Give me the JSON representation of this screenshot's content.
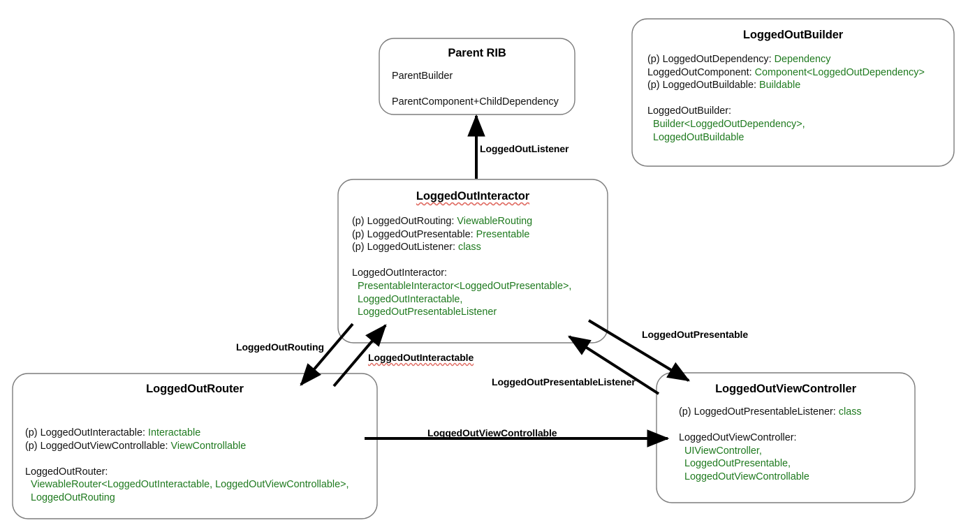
{
  "diagram": {
    "title": "RIBs LoggedOut architecture",
    "colors": {
      "type_green": "#1f7a1f",
      "text": "#111111",
      "border": "#7d7d7d",
      "arrow": "#000000"
    }
  },
  "nodes": {
    "parent_rib": {
      "title": "Parent RIB",
      "lines": [
        {
          "text": "ParentBuilder"
        },
        {
          "text": ""
        },
        {
          "text": "ParentComponent+ChildDependency"
        }
      ]
    },
    "builder": {
      "title": "LoggedOutBuilder",
      "lines": [
        {
          "label": "(p) LoggedOutDependency: ",
          "type": "Dependency"
        },
        {
          "label": "LoggedOutComponent: ",
          "type": "Component<LoggedOutDependency>"
        },
        {
          "label": "(p) LoggedOutBuildable: ",
          "type": "Buildable"
        },
        {
          "text": ""
        },
        {
          "label": "LoggedOutBuilder:"
        },
        {
          "type": "  Builder<LoggedOutDependency>,"
        },
        {
          "type": "  LoggedOutBuildable"
        }
      ]
    },
    "interactor": {
      "title": "LoggedOutInteractor",
      "lines": [
        {
          "label": "(p) LoggedOutRouting: ",
          "type": "ViewableRouting"
        },
        {
          "label": "(p) LoggedOutPresentable: ",
          "type": "Presentable"
        },
        {
          "label": "(p) LoggedOutListener: ",
          "type": "class"
        },
        {
          "text": ""
        },
        {
          "label": "LoggedOutInteractor:"
        },
        {
          "type": "  PresentableInteractor<LoggedOutPresentable>,"
        },
        {
          "type": "  LoggedOutInteractable,"
        },
        {
          "type": "  LoggedOutPresentableListener"
        }
      ]
    },
    "router": {
      "title": "LoggedOutRouter",
      "lines": [
        {
          "label": "(p) LoggedOutInteractable: ",
          "type": "Interactable"
        },
        {
          "label": "(p) LoggedOutViewControllable: ",
          "type": "ViewControllable"
        },
        {
          "text": ""
        },
        {
          "label": "LoggedOutRouter:"
        },
        {
          "type": "  ViewableRouter<LoggedOutInteractable, LoggedOutViewControllable>,"
        },
        {
          "type": "  LoggedOutRouting"
        }
      ]
    },
    "view_controller": {
      "title": "LoggedOutViewController",
      "lines": [
        {
          "label": "(p) LoggedOutPresentableListener: ",
          "type": "class"
        },
        {
          "text": ""
        },
        {
          "label": "LoggedOutViewController:"
        },
        {
          "type": "  UIViewController,"
        },
        {
          "type": "  LoggedOutPresentable,"
        },
        {
          "type": "  LoggedOutViewControllable"
        }
      ]
    }
  },
  "edges": [
    {
      "id": "logged-out-listener",
      "label": "LoggedOutListener",
      "from": "interactor",
      "to": "parent_rib"
    },
    {
      "id": "logged-out-routing",
      "label": "LoggedOutRouting",
      "from": "interactor",
      "to": "router"
    },
    {
      "id": "logged-out-interactable",
      "label": "LoggedOutInteractable",
      "from": "router",
      "to": "interactor"
    },
    {
      "id": "logged-out-presentable",
      "label": "LoggedOutPresentable",
      "from": "interactor",
      "to": "view_controller"
    },
    {
      "id": "logged-out-presentable-listener",
      "label": "LoggedOutPresentableListener",
      "from": "view_controller",
      "to": "interactor"
    },
    {
      "id": "logged-out-view-controllable",
      "label": "LoggedOutViewControllable",
      "from": "router",
      "to": "view_controller"
    }
  ]
}
